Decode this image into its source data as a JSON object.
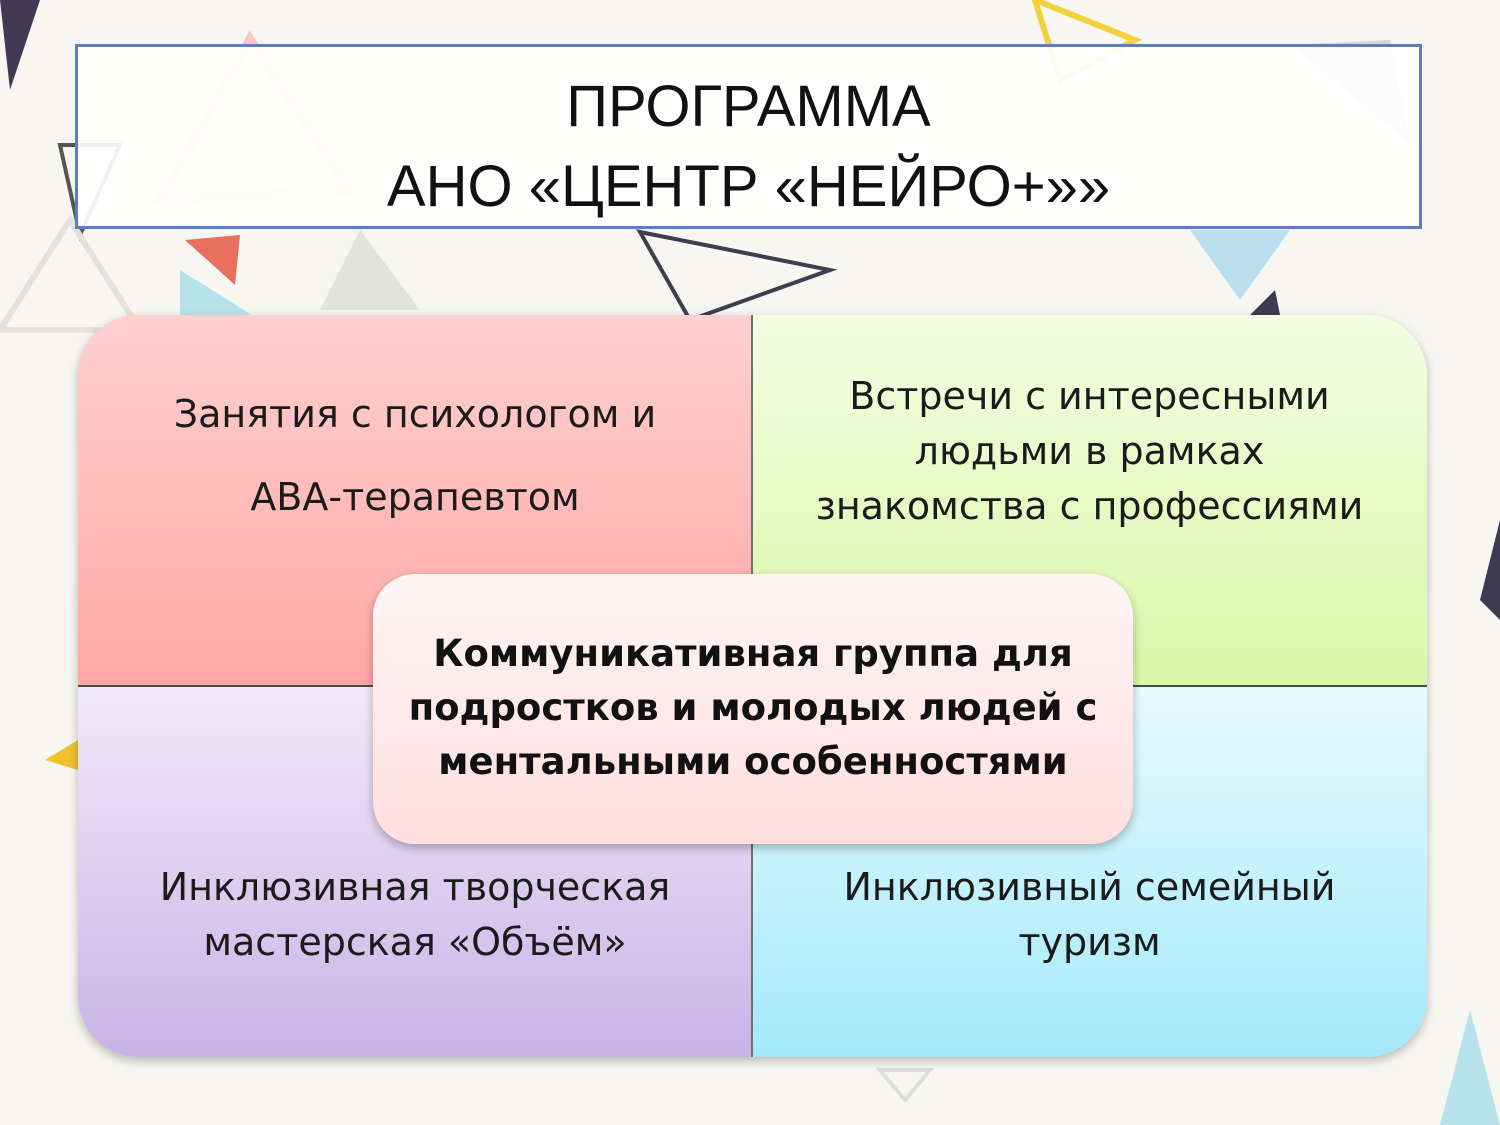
{
  "title": {
    "line1": "ПРОГРАММА",
    "line2": "АНО «ЦЕНТР «НЕЙРО+»»"
  },
  "center": {
    "line1": "Коммуникативная группа для",
    "line2": "подростков и молодых людей с",
    "line3": "ментальными особенностями"
  },
  "quadrants": [
    {
      "line1": "Занятия с психологом и",
      "line2": "АВА-терапевтом"
    },
    {
      "line1": "Встречи с интересными",
      "line2": "людьми в рамках",
      "line3": "знакомства с профессиями"
    },
    {
      "line1": "Инклюзивная творческая",
      "line2": "мастерская «Объём»"
    },
    {
      "line1": "Инклюзивный семейный",
      "line2": "туризм"
    }
  ],
  "colors": {
    "title_border": "#5b7fb8",
    "q1": "#ffb3b0",
    "q2": "#e2f9b9",
    "q3": "#d6c6ee",
    "q4": "#b5eefb",
    "center": "#ffe6e6"
  }
}
